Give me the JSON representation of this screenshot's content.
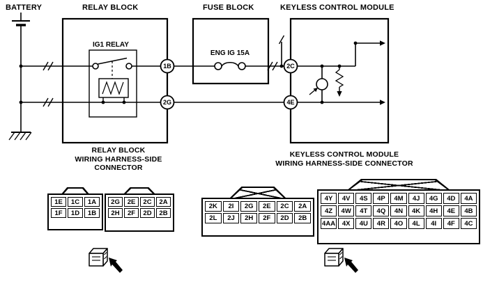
{
  "diagram": {
    "battery": "BATTERY",
    "relay_block": "RELAY BLOCK",
    "fuse_block": "FUSE BLOCK",
    "keyless_module": "KEYLESS CONTROL MODULE",
    "ig1_relay": "IG1 RELAY",
    "fuse": "ENG IG 15A",
    "term_1b": "1B",
    "term_2g": "2G",
    "term_2c": "2C",
    "term_4e": "4E"
  },
  "connector_section": {
    "relay_title_1": "RELAY BLOCK",
    "relay_title_2": "WIRING HARNESS-SIDE",
    "relay_title_3": "CONNECTOR",
    "keyless_title_1": "KEYLESS CONTROL MODULE",
    "keyless_title_2": "WIRING HARNESS-SIDE CONNECTOR",
    "relay_conn_a": {
      "rows": [
        [
          "1E",
          "1C",
          "1A"
        ],
        [
          "1F",
          "1D",
          "1B"
        ]
      ]
    },
    "relay_conn_b": {
      "rows": [
        [
          "2G",
          "2E",
          "2C",
          "2A"
        ],
        [
          "2H",
          "2F",
          "2D",
          "2B"
        ]
      ]
    },
    "keyless_conn_a": {
      "rows": [
        [
          "2K",
          "2I",
          "2G",
          "2E",
          "2C",
          "2A"
        ],
        [
          "2L",
          "2J",
          "2H",
          "2F",
          "2D",
          "2B"
        ]
      ]
    },
    "keyless_conn_b": {
      "rows": [
        [
          "4Y",
          "4V",
          "4S",
          "4P",
          "4M",
          "4J",
          "4G",
          "4D",
          "4A"
        ],
        [
          "4Z",
          "4W",
          "4T",
          "4Q",
          "4N",
          "4K",
          "4H",
          "4E",
          "4B"
        ],
        [
          "4AA",
          "4X",
          "4U",
          "4R",
          "4O",
          "4L",
          "4I",
          "4F",
          "4C"
        ]
      ]
    }
  }
}
